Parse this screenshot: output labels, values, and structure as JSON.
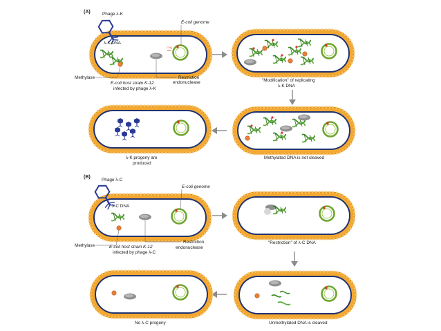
{
  "panel_a": {
    "tag": "(A)",
    "phage": "Phage λ-K",
    "phage_dna": "λ-K DNA",
    "genome": "E-coli genome",
    "methylase": "Methylase",
    "host_line1": "E-coli host strain K-12",
    "host_line2": "infected by phage λ-K",
    "restriction_line1": "Restriction",
    "restriction_line2": "endonuclease",
    "modification_line1": "\"Modification\" of replicating",
    "modification_line2": "λ-K DNA",
    "not_cleaved": "Methylated DNA is not cleaved",
    "progeny_line1": "λ-K progeny are",
    "progeny_line2": "produced"
  },
  "panel_b": {
    "tag": "(B)",
    "phage": "Phage λ-C",
    "phage_dna": "λ-C DNA",
    "genome": "E-coli genome",
    "methylase": "Methylase",
    "host_line1": "E-coli host strain K-12",
    "host_line2": "infected by phage λ-C",
    "restriction_line1": "Restriction",
    "restriction_line2": "endonuclease",
    "restriction_label": "\"Restriction\" of λ-C DNA",
    "cleaved": "Unmethylated DNA is cleaved",
    "no_progeny": "No λ-C progeny"
  },
  "marks": {
    "ch3": "CH",
    "ch3_sub": "3"
  },
  "colors": {
    "cell_wall": "#f2a833",
    "membrane": "#1f3370",
    "dna": "#3f8f2a",
    "genome_ring": "#6ea52e",
    "methylase": "#e8823a",
    "endonuclease": "#8f8f8f",
    "phage": "#2b3a96",
    "arrow": "#8a8a8a"
  }
}
